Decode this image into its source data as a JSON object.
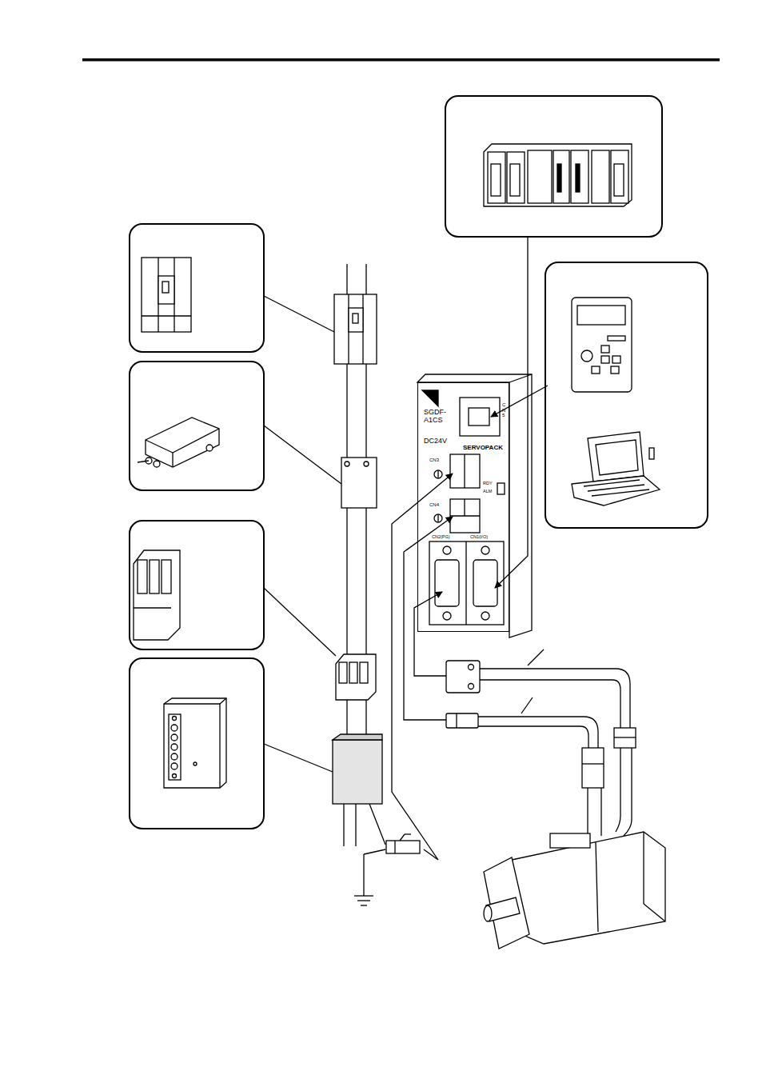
{
  "diagram": {
    "nodes": [
      {
        "text": [
          "SGDF- A1CS",
          "DC24V",
          "SERVOPACK"
        ]
      }
    ],
    "labels": [
      "CN5",
      "CN3",
      "CN4",
      "RDY",
      "ALM",
      "CN2(PG)",
      "CN1(I/O)"
    ]
  }
}
